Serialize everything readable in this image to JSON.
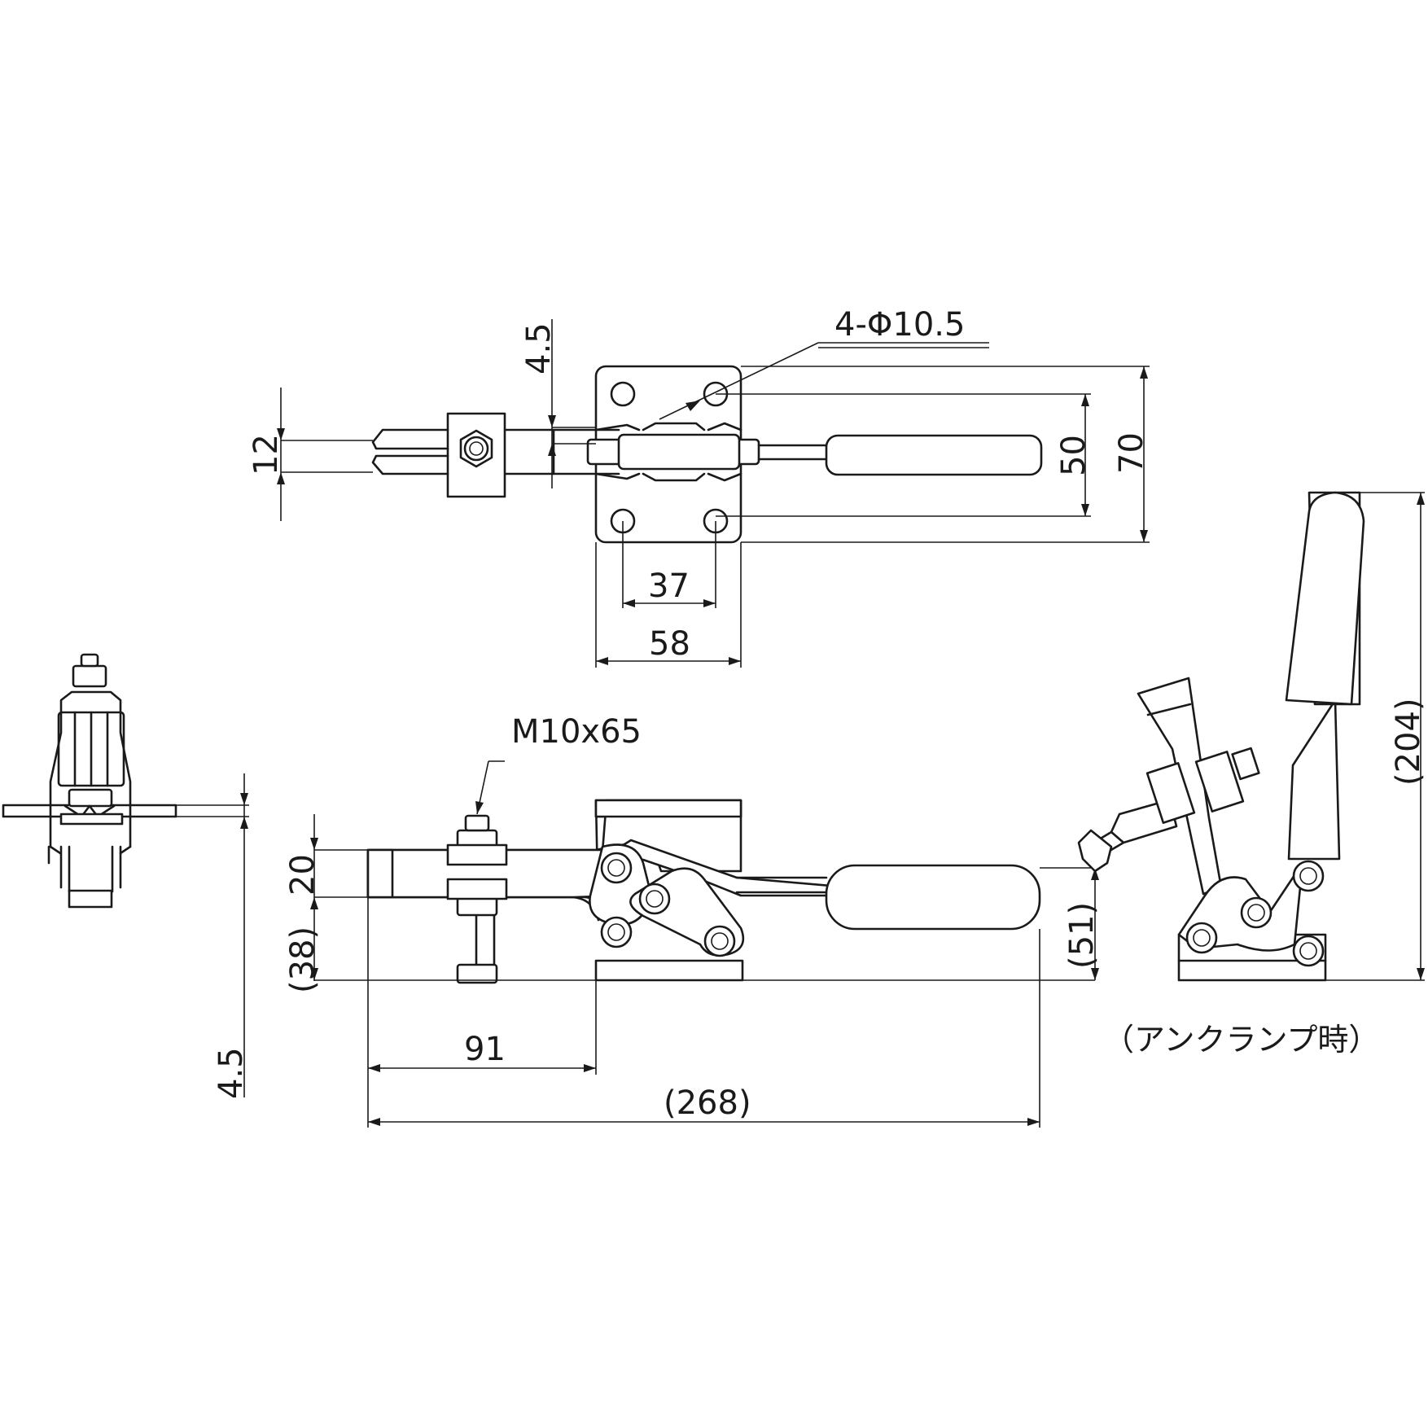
{
  "dimensions": {
    "hole_spec": "4-Φ10.5",
    "plate_thickness_top": "4.5",
    "spindle_height": "12",
    "hole_pitch_vertical": "50",
    "plate_height": "70",
    "hole_pitch_horizontal": "37",
    "plate_width": "58",
    "bolt_spec": "M10x65",
    "clamp_height": "20",
    "overall_height": "(38)",
    "handle_height": "(51)",
    "spindle_offset": "91",
    "overall_length": "(268)",
    "plate_thickness_side": "4.5",
    "unclamped_height": "(204)"
  },
  "labels": {
    "unclamped_caption": "（アンクランプ時）"
  }
}
